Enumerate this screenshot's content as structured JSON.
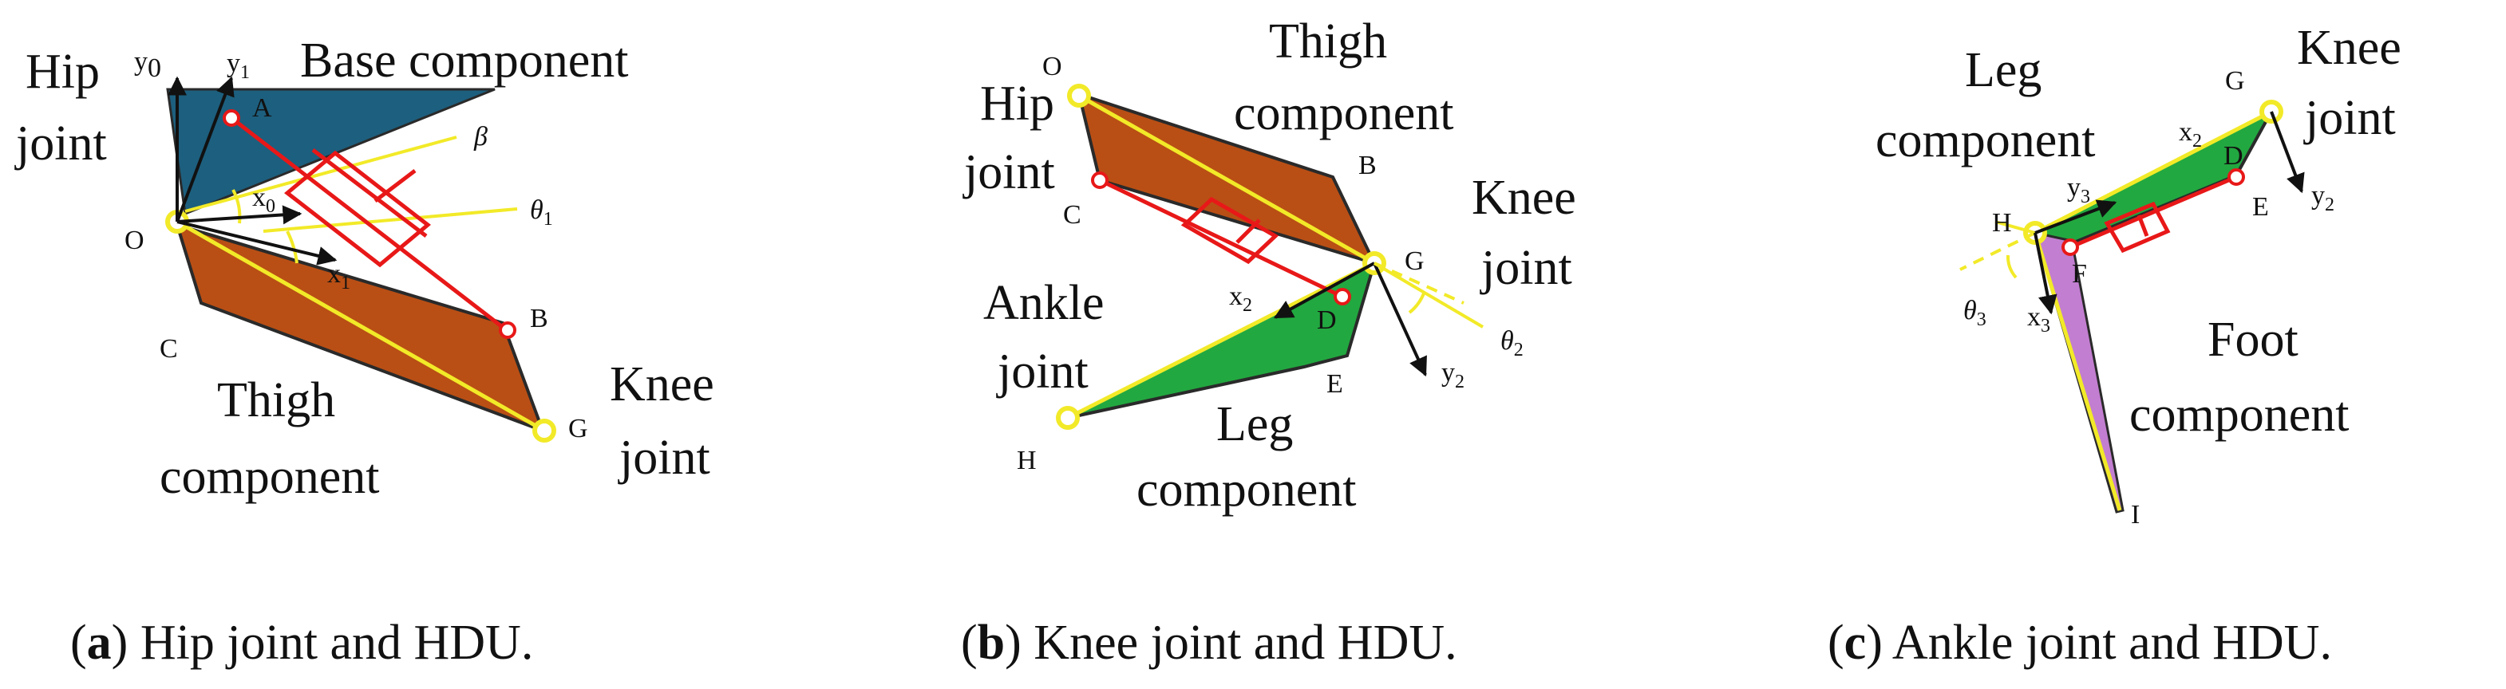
{
  "panel_a": {
    "labels": {
      "hip": "Hip",
      "hip_joint": "joint",
      "base_component": "Base component",
      "thigh": "Thigh",
      "thigh_component": "component",
      "knee": "Knee",
      "knee_joint": "joint"
    },
    "points": {
      "O": "O",
      "A": "A",
      "B": "B",
      "C": "C",
      "G": "G"
    },
    "axes": {
      "y": "y",
      "y0_sub": "0",
      "y1_sub": "1",
      "x": "x",
      "x0_sub": "0",
      "x1_sub": "1"
    },
    "angles": {
      "beta": "β",
      "theta": "θ",
      "theta_sub": "1"
    },
    "caption": {
      "letter": "a",
      "text": " Hip joint and HDU."
    }
  },
  "panel_b": {
    "labels": {
      "hip": "Hip",
      "hip_joint": "joint",
      "thigh": "Thigh",
      "thigh_component": "component",
      "knee": "Knee",
      "knee_joint": "joint",
      "ankle": "Ankle",
      "ankle_joint": "joint",
      "leg": "Leg",
      "leg_component": "component"
    },
    "points": {
      "O": "O",
      "B": "B",
      "C": "C",
      "G": "G",
      "D": "D",
      "E": "E",
      "H": "H"
    },
    "axes": {
      "x": "x",
      "x2_sub": "2",
      "y": "y",
      "y2_sub": "2"
    },
    "angles": {
      "theta": "θ",
      "theta_sub": "2"
    },
    "caption": {
      "letter": "b",
      "text": " Knee joint and HDU."
    }
  },
  "panel_c": {
    "labels": {
      "leg": "Leg",
      "leg_component": "component",
      "knee": "Knee",
      "knee_joint": "joint",
      "foot": "Foot",
      "foot_component": "component"
    },
    "points": {
      "G": "G",
      "D": "D",
      "E": "E",
      "H": "H",
      "F": "F",
      "I": "I"
    },
    "axes": {
      "x": "x",
      "x2_sub": "2",
      "x3_sub": "3",
      "y": "y",
      "y2_sub": "2",
      "y3_sub": "3"
    },
    "angles": {
      "theta": "θ",
      "theta_sub": "3"
    },
    "caption": {
      "letter": "c",
      "text": " Ankle joint and HDU."
    }
  },
  "colors": {
    "base_component": "#1d5f7e",
    "thigh_component": "#b94f15",
    "leg_component": "#22a840",
    "foot_component": "#c27ed0",
    "hdu_cylinder": "#e81818",
    "reference_line": "#f2ea28",
    "outline": "#2a2a2a"
  }
}
